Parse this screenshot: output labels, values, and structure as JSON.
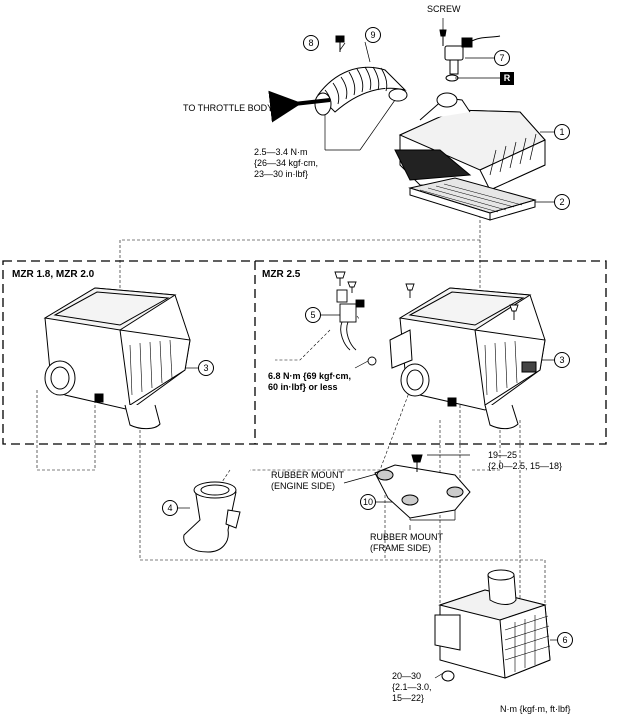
{
  "labels": {
    "screw": "SCREW",
    "to_throttle_body": "TO THROTTLE BODY",
    "torque_clamp": [
      "2.5—3.4 N·m",
      "{26—34 kgf·cm,",
      "23—30 in·lbf}"
    ],
    "section_left": "MZR 1.8, MZR 2.0",
    "section_right": "MZR 2.5",
    "torque_bracket": [
      "6.8 N·m {69 kgf·cm,",
      "60 in·lbf} or less"
    ],
    "torque_mount_bolt": [
      "19—25",
      "{2.0—2.5, 15—18}"
    ],
    "rubber_mount_engine": [
      "RUBBER MOUNT",
      "(ENGINE SIDE)"
    ],
    "rubber_mount_frame": [
      "RUBBER MOUNT",
      "(FRAME SIDE)"
    ],
    "torque_bottom": [
      "20—30",
      "{2.1—3.0,",
      "15—22}"
    ],
    "units": "N·m {kgf·m, ft·lbf}",
    "replace_marker": "R"
  },
  "callouts": {
    "c1": "1",
    "c2": "2",
    "c3a": "3",
    "c3b": "3",
    "c4": "4",
    "c5": "5",
    "c6": "6",
    "c7": "7",
    "c8": "8",
    "c9": "9",
    "c10": "10"
  }
}
